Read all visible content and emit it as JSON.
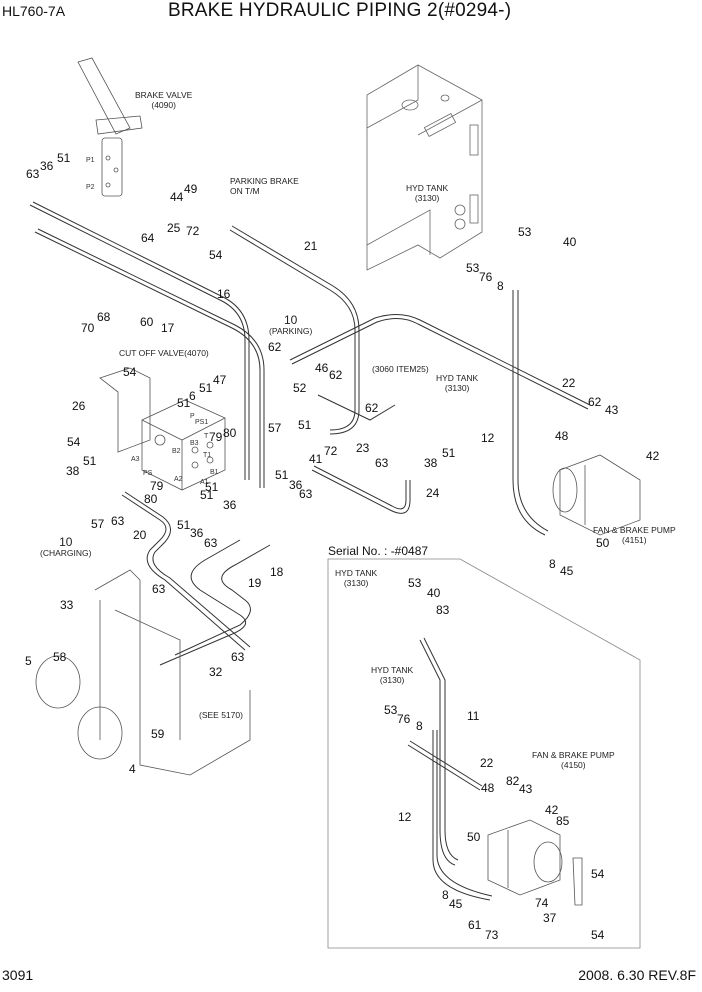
{
  "header": {
    "model": "HL760-7A",
    "title": "BRAKE HYDRAULIC PIPING 2(#0294-)"
  },
  "footer": {
    "page_number": "3091",
    "revision": "2008. 6.30  REV.8F"
  },
  "captions": {
    "brake_valve": [
      "BRAKE VALVE",
      "(4090)"
    ],
    "parking_brake": [
      "PARKING BRAKE",
      "ON T/M"
    ],
    "hyd_tank_top": [
      "HYD TANK",
      "(3130)"
    ],
    "parking": [
      "10",
      "(PARKING)"
    ],
    "cut_off_valve": "CUT OFF VALVE(4070)",
    "item25_ref": "(3060 ITEM25)",
    "hyd_tank_mid": [
      "HYD TANK",
      "(3130)"
    ],
    "fan_brake_pump_main": [
      "FAN & BRAKE PUMP",
      "(4151)"
    ],
    "charging": [
      "10",
      "(CHARGING)"
    ],
    "see_5170": "(SEE 5170)",
    "serial_no": "Serial No. : -#0487",
    "inset_hyd_tank_1": [
      "HYD TANK",
      "(3130)"
    ],
    "inset_hyd_tank_2": [
      "HYD TANK",
      "(3130)"
    ],
    "inset_fan_brake_pump": [
      "FAN & BRAKE PUMP",
      "(4150)"
    ]
  },
  "port_labels": [
    "P1",
    "P2",
    "P",
    "PS1",
    "T",
    "B3",
    "B2",
    "T1",
    "A3",
    "PS",
    "B1",
    "A2",
    "A1"
  ],
  "part_callouts": [
    {
      "id": "c1",
      "text": "51"
    },
    {
      "id": "c2",
      "text": "36"
    },
    {
      "id": "c3",
      "text": "63"
    },
    {
      "id": "c4",
      "text": "49"
    },
    {
      "id": "c5",
      "text": "44"
    },
    {
      "id": "c6",
      "text": "72"
    },
    {
      "id": "c7",
      "text": "25"
    },
    {
      "id": "c8",
      "text": "64"
    },
    {
      "id": "c9",
      "text": "54"
    },
    {
      "id": "c10",
      "text": "21"
    },
    {
      "id": "c11",
      "text": "16"
    },
    {
      "id": "c12",
      "text": "70"
    },
    {
      "id": "c13",
      "text": "68"
    },
    {
      "id": "c14",
      "text": "60"
    },
    {
      "id": "c15",
      "text": "17"
    },
    {
      "id": "c16",
      "text": "62"
    },
    {
      "id": "c17",
      "text": "47"
    },
    {
      "id": "c18",
      "text": "46"
    },
    {
      "id": "c19",
      "text": "62"
    },
    {
      "id": "c20",
      "text": "52"
    },
    {
      "id": "c21",
      "text": "54"
    },
    {
      "id": "c22",
      "text": "26"
    },
    {
      "id": "c23",
      "text": "51"
    },
    {
      "id": "c24",
      "text": "6"
    },
    {
      "id": "c25",
      "text": "51"
    },
    {
      "id": "c26",
      "text": "79"
    },
    {
      "id": "c27",
      "text": "80"
    },
    {
      "id": "c28",
      "text": "57"
    },
    {
      "id": "c29",
      "text": "51"
    },
    {
      "id": "c30",
      "text": "72"
    },
    {
      "id": "c31",
      "text": "62"
    },
    {
      "id": "c32",
      "text": "23"
    },
    {
      "id": "c33",
      "text": "41"
    },
    {
      "id": "c34",
      "text": "51"
    },
    {
      "id": "c35",
      "text": "36"
    },
    {
      "id": "c36",
      "text": "63"
    },
    {
      "id": "c37",
      "text": "54"
    },
    {
      "id": "c38",
      "text": "51"
    },
    {
      "id": "c39",
      "text": "38"
    },
    {
      "id": "c40",
      "text": "79"
    },
    {
      "id": "c41",
      "text": "80"
    },
    {
      "id": "c42",
      "text": "57"
    },
    {
      "id": "c43",
      "text": "63"
    },
    {
      "id": "c44",
      "text": "20"
    },
    {
      "id": "c45",
      "text": "51"
    },
    {
      "id": "c46",
      "text": "36"
    },
    {
      "id": "c47",
      "text": "51"
    },
    {
      "id": "c48",
      "text": "36"
    },
    {
      "id": "c49",
      "text": "63"
    },
    {
      "id": "c50",
      "text": "18"
    },
    {
      "id": "c51",
      "text": "19"
    },
    {
      "id": "c52",
      "text": "63"
    },
    {
      "id": "c53",
      "text": "33"
    },
    {
      "id": "c54",
      "text": "58"
    },
    {
      "id": "c55",
      "text": "5"
    },
    {
      "id": "c56",
      "text": "63"
    },
    {
      "id": "c57",
      "text": "32"
    },
    {
      "id": "c58",
      "text": "59"
    },
    {
      "id": "c59",
      "text": "4"
    },
    {
      "id": "c60",
      "text": "53"
    },
    {
      "id": "c61",
      "text": "40"
    },
    {
      "id": "c62",
      "text": "53"
    },
    {
      "id": "c63",
      "text": "76"
    },
    {
      "id": "c64",
      "text": "8"
    },
    {
      "id": "c65",
      "text": "22"
    },
    {
      "id": "c66",
      "text": "62"
    },
    {
      "id": "c67",
      "text": "43"
    },
    {
      "id": "c68",
      "text": "48"
    },
    {
      "id": "c69",
      "text": "12"
    },
    {
      "id": "c70",
      "text": "42"
    },
    {
      "id": "c71",
      "text": "50"
    },
    {
      "id": "c72",
      "text": "8"
    },
    {
      "id": "c73",
      "text": "45"
    },
    {
      "id": "c74",
      "text": "51"
    },
    {
      "id": "c75",
      "text": "38"
    },
    {
      "id": "c76",
      "text": "63"
    },
    {
      "id": "c77",
      "text": "24"
    },
    {
      "id": "c78",
      "text": "53"
    },
    {
      "id": "c79",
      "text": "40"
    },
    {
      "id": "c80",
      "text": "83"
    },
    {
      "id": "c81",
      "text": "53"
    },
    {
      "id": "c82",
      "text": "76"
    },
    {
      "id": "c83",
      "text": "8"
    },
    {
      "id": "c84",
      "text": "11"
    },
    {
      "id": "c85",
      "text": "22"
    },
    {
      "id": "c86",
      "text": "82"
    },
    {
      "id": "c87",
      "text": "43"
    },
    {
      "id": "c88",
      "text": "48"
    },
    {
      "id": "c89",
      "text": "42"
    },
    {
      "id": "c90",
      "text": "85"
    },
    {
      "id": "c91",
      "text": "12"
    },
    {
      "id": "c92",
      "text": "50"
    },
    {
      "id": "c93",
      "text": "54"
    },
    {
      "id": "c94",
      "text": "8"
    },
    {
      "id": "c95",
      "text": "45"
    },
    {
      "id": "c96",
      "text": "74"
    },
    {
      "id": "c97",
      "text": "37"
    },
    {
      "id": "c98",
      "text": "61"
    },
    {
      "id": "c99",
      "text": "73"
    },
    {
      "id": "c100",
      "text": "54"
    },
    {
      "id": "c101",
      "text": "51"
    }
  ]
}
